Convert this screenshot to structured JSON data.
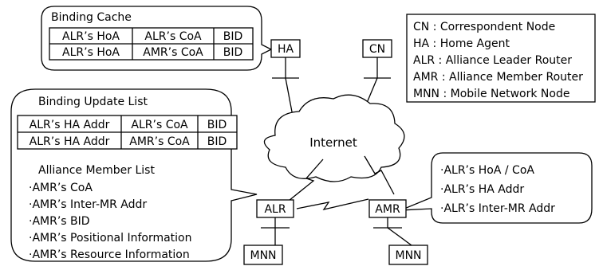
{
  "binding_cache": {
    "title": "Binding Cache",
    "rows": [
      [
        "ALR’s HoA",
        "ALR’s CoA",
        "BID"
      ],
      [
        "ALR’s HoA",
        "AMR’s CoA",
        "BID"
      ]
    ]
  },
  "legend": {
    "items": [
      "CN : Correspondent Node",
      "HA : Home Agent",
      "ALR : Alliance Leader Router",
      "AMR : Alliance Member Router",
      "MNN : Mobile Network Node"
    ]
  },
  "nodes": {
    "ha": "HA",
    "cn": "CN",
    "internet": "Internet",
    "alr": "ALR",
    "amr": "AMR",
    "mnn_left": "MNN",
    "mnn_right": "MNN"
  },
  "binding_update_list": {
    "title": "Binding Update List",
    "rows": [
      [
        "ALR’s HA Addr",
        "ALR’s CoA",
        "BID"
      ],
      [
        "ALR’s HA Addr",
        "AMR’s CoA",
        "BID"
      ]
    ]
  },
  "alliance_member_list": {
    "title": "Alliance Member List",
    "items": [
      "AMR’s CoA",
      "AMR’s Inter-MR Addr",
      "AMR’s BID",
      "AMR’s Positional Information",
      "AMR’s Resource Information"
    ]
  },
  "amr_info": {
    "items": [
      "ALR’s HoA / CoA",
      "ALR’s HA Addr",
      "ALR’s Inter-MR Addr"
    ]
  }
}
